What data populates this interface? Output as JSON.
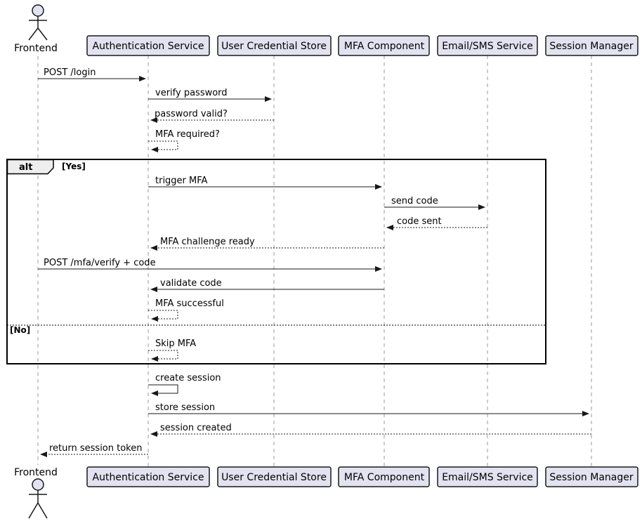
{
  "diagram": {
    "type": "sequence-diagram",
    "actor": {
      "label": "Frontend"
    },
    "participants": [
      {
        "label": "Authentication Service"
      },
      {
        "label": "User Credential Store"
      },
      {
        "label": "MFA Component"
      },
      {
        "label": "Email/SMS Service"
      },
      {
        "label": "Session Manager"
      }
    ],
    "fragment": {
      "operator": "alt",
      "guards": [
        "[Yes]",
        "[No]"
      ]
    },
    "messages": [
      {
        "from": "Frontend",
        "to": "Authentication Service",
        "label": "POST /login",
        "style": "solid"
      },
      {
        "from": "Authentication Service",
        "to": "User Credential Store",
        "label": "verify password",
        "style": "solid"
      },
      {
        "from": "User Credential Store",
        "to": "Authentication Service",
        "label": "password valid?",
        "style": "dashed"
      },
      {
        "from": "Authentication Service",
        "to": "Authentication Service",
        "label": "MFA required?",
        "style": "dashed-self"
      },
      {
        "from": "Authentication Service",
        "to": "MFA Component",
        "label": "trigger MFA",
        "style": "solid"
      },
      {
        "from": "MFA Component",
        "to": "Email/SMS Service",
        "label": "send code",
        "style": "solid"
      },
      {
        "from": "Email/SMS Service",
        "to": "MFA Component",
        "label": "code sent",
        "style": "dashed"
      },
      {
        "from": "MFA Component",
        "to": "Authentication Service",
        "label": "MFA challenge ready",
        "style": "dashed"
      },
      {
        "from": "Frontend",
        "to": "MFA Component",
        "label": "POST /mfa/verify + code",
        "style": "solid"
      },
      {
        "from": "MFA Component",
        "to": "Authentication Service",
        "label": "validate code",
        "style": "solid"
      },
      {
        "from": "Authentication Service",
        "to": "Authentication Service",
        "label": "MFA successful",
        "style": "dashed-self"
      },
      {
        "from": "Authentication Service",
        "to": "Authentication Service",
        "label": "Skip MFA",
        "style": "dashed-self"
      },
      {
        "from": "Authentication Service",
        "to": "Authentication Service",
        "label": "create session",
        "style": "solid-self"
      },
      {
        "from": "Authentication Service",
        "to": "Session Manager",
        "label": "store session",
        "style": "solid"
      },
      {
        "from": "Session Manager",
        "to": "Authentication Service",
        "label": "session created",
        "style": "dashed"
      },
      {
        "from": "Authentication Service",
        "to": "Frontend",
        "label": "return session token",
        "style": "dashed"
      }
    ],
    "colors": {
      "participant_fill": "#E2E2F0",
      "participant_border": "#181818",
      "actor_fill": "#E2E2F0",
      "lifeline": "#999999",
      "message_line": "#181818",
      "fragment_border": "#000000",
      "fragment_header_fill": "#EEEEEE",
      "background": "#FFFFFF"
    }
  }
}
